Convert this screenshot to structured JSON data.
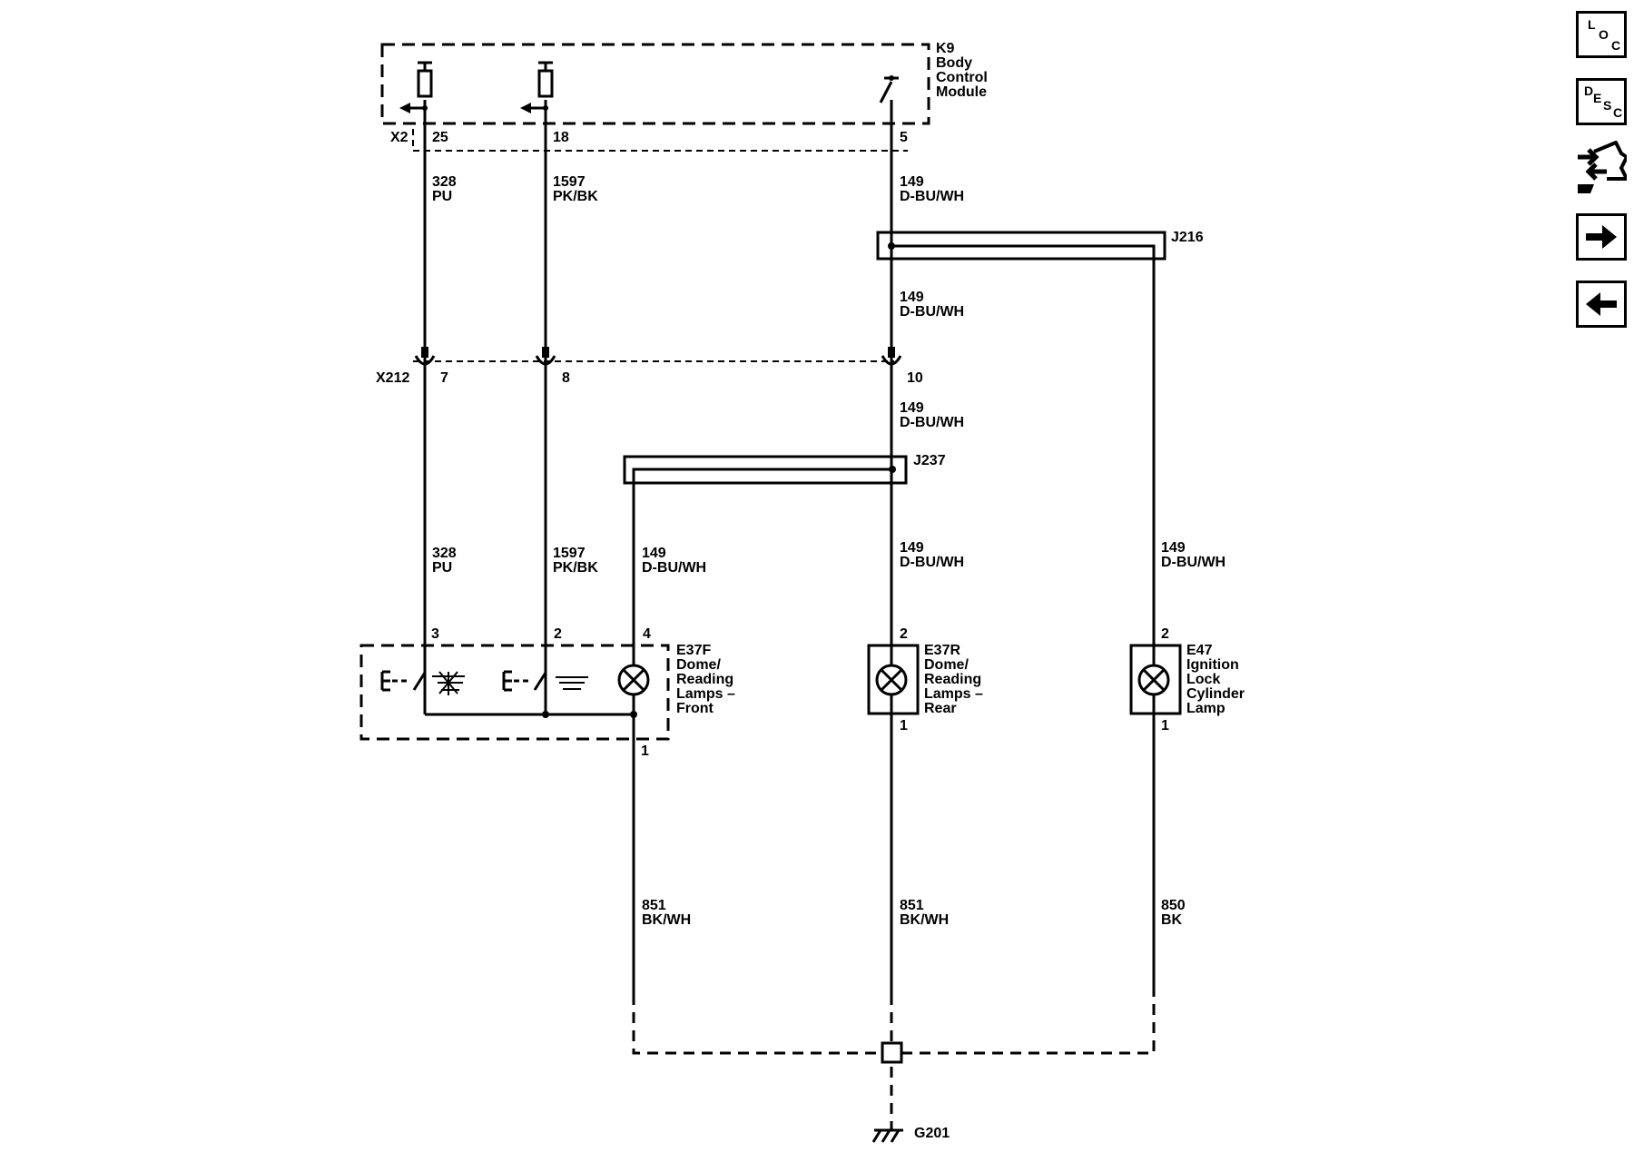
{
  "modules": {
    "k9": {
      "lines": [
        "K9",
        "Body",
        "Control",
        "Module"
      ]
    },
    "e37f": {
      "lines": [
        "E37F",
        "Dome/",
        "Reading",
        "Lamps –",
        "Front"
      ]
    },
    "e37r": {
      "lines": [
        "E37R",
        "Dome/",
        "Reading",
        "Lamps –",
        "Rear"
      ]
    },
    "e47": {
      "lines": [
        "E47",
        "Ignition",
        "Lock",
        "Cylinder",
        "Lamp"
      ]
    }
  },
  "connectors": {
    "x2": "X2",
    "x212": "X212",
    "j216": "J216",
    "j237": "J237",
    "g201": "G201"
  },
  "pins": {
    "x2_25": "25",
    "x2_18": "18",
    "k9_5": "5",
    "x212_7": "7",
    "x212_8": "8",
    "x212_10": "10",
    "e37f_3": "3",
    "e37f_2": "2",
    "e37f_4": "4",
    "e37f_1": "1",
    "e37r_2": "2",
    "e37r_1": "1",
    "e47_2": "2",
    "e47_1": "1"
  },
  "wires": {
    "w1": {
      "circuit": "328",
      "color": "PU"
    },
    "w2": {
      "circuit": "1597",
      "color": "PK/BK"
    },
    "w3": {
      "circuit": "149",
      "color": "D-BU/WH"
    },
    "w4": {
      "circuit": "149",
      "color": "D-BU/WH"
    },
    "w5": {
      "circuit": "149",
      "color": "D-BU/WH"
    },
    "w6": {
      "circuit": "328",
      "color": "PU"
    },
    "w7": {
      "circuit": "1597",
      "color": "PK/BK"
    },
    "w8": {
      "circuit": "149",
      "color": "D-BU/WH"
    },
    "w9": {
      "circuit": "149",
      "color": "D-BU/WH"
    },
    "w10": {
      "circuit": "149",
      "color": "D-BU/WH"
    },
    "w11": {
      "circuit": "851",
      "color": "BK/WH"
    },
    "w12": {
      "circuit": "851",
      "color": "BK/WH"
    },
    "w13": {
      "circuit": "850",
      "color": "BK"
    }
  },
  "nav": {
    "loc": {
      "l1": "L",
      "l2": "O",
      "l3": "C",
      "icon": "location-icon"
    },
    "desc": {
      "l1": "D",
      "l2": "E",
      "l3": "S",
      "l4": "C",
      "icon": "description-icon"
    },
    "connector_icon": "connector-end-view-icon",
    "next_icon": "arrow-right-icon",
    "prev_icon": "arrow-left-icon"
  }
}
